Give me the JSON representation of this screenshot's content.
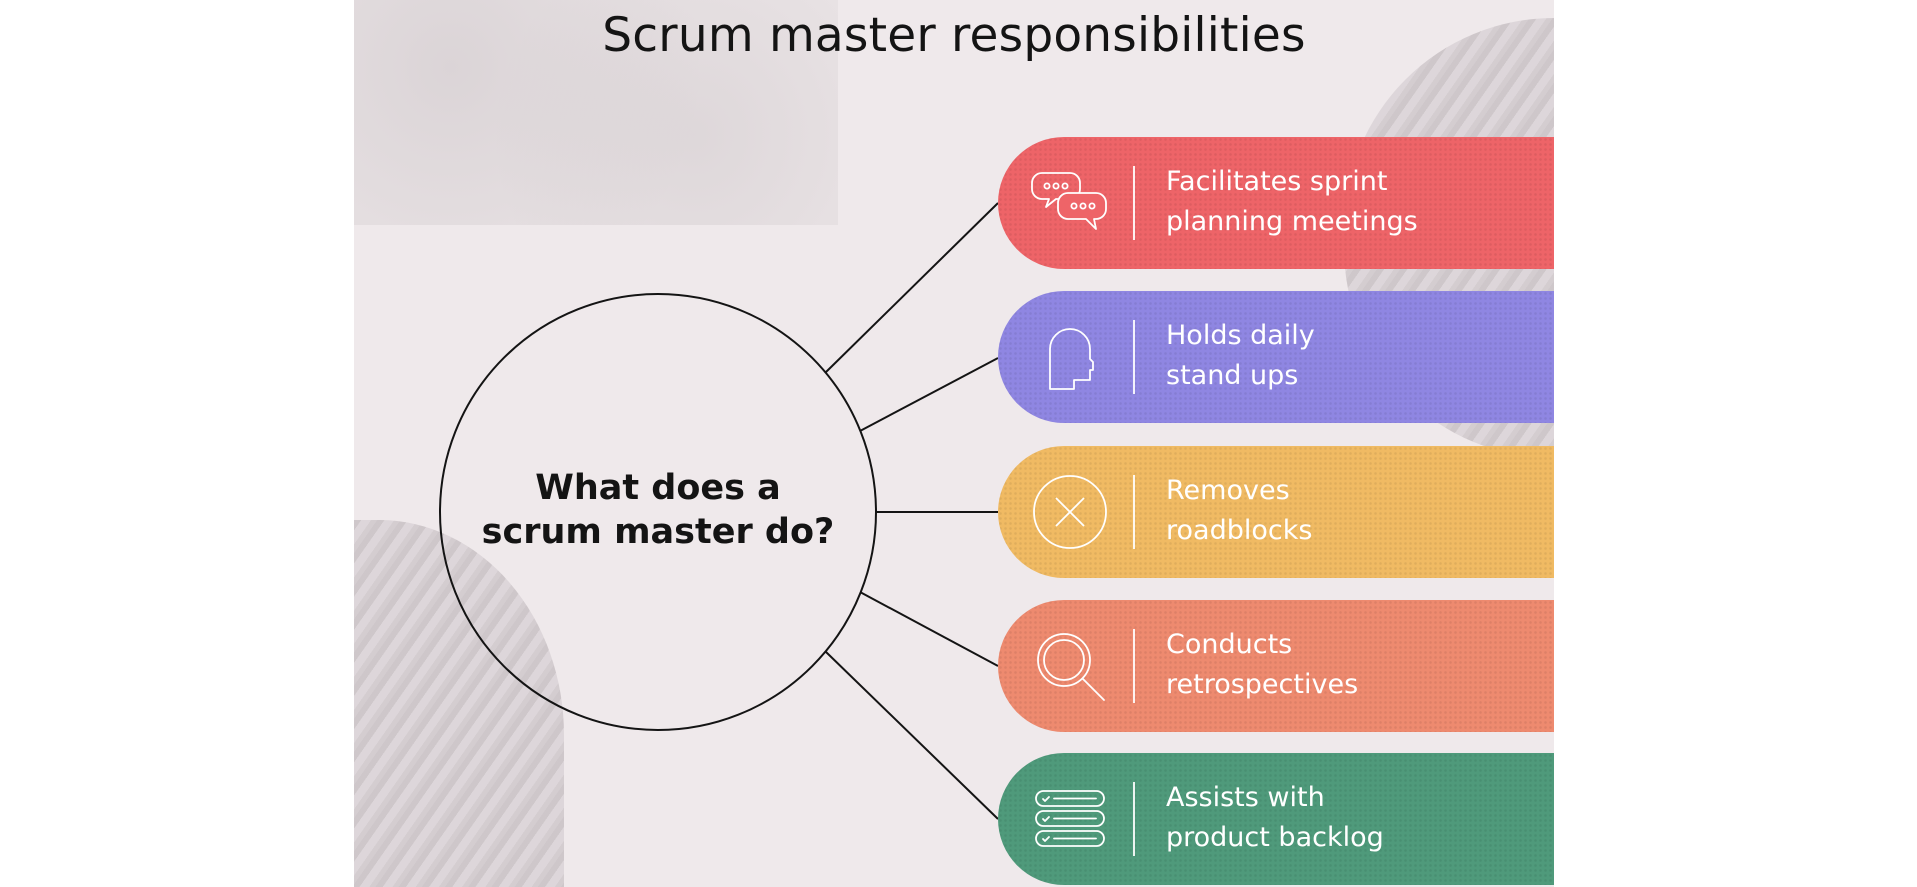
{
  "title": "Scrum master responsibilities",
  "hub": {
    "lines": [
      "What does a",
      "scrum master do?"
    ]
  },
  "responsibilities": [
    {
      "lines": [
        "Facilitates sprint",
        "planning meetings"
      ],
      "icon": "chat-bubbles-icon",
      "color": "#ee6468"
    },
    {
      "lines": [
        "Holds daily",
        "stand ups"
      ],
      "icon": "head-profile-icon",
      "color": "#8f86e2"
    },
    {
      "lines": [
        "Removes",
        "roadblocks"
      ],
      "icon": "circle-x-icon",
      "color": "#f0ba63"
    },
    {
      "lines": [
        "Conducts",
        "retrospectives"
      ],
      "icon": "magnifier-icon",
      "color": "#ee8a6f"
    },
    {
      "lines": [
        "Assists with",
        "product backlog"
      ],
      "icon": "checklist-icon",
      "color": "#4f9a7b"
    }
  ]
}
